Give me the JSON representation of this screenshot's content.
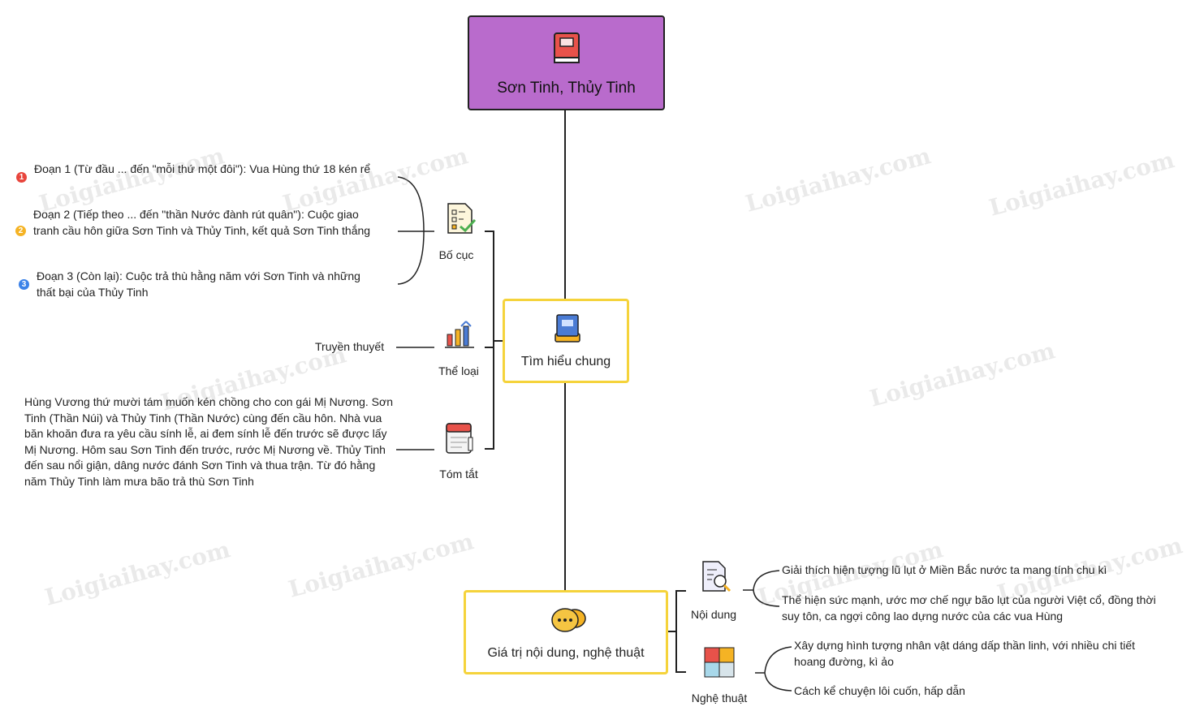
{
  "root": {
    "title": "Sơn Tinh, Thủy Tinh",
    "icon": "book-icon",
    "color": "#b96bcc"
  },
  "general": {
    "title": "Tìm hiểu chung",
    "icon": "book-stack-icon",
    "branches": {
      "structure": {
        "label": "Bố cục",
        "icon": "checklist-icon",
        "items": [
          {
            "num": "1",
            "color": "#e8453c",
            "text": "Đoạn 1 (Từ đầu ... đến \"mỗi thứ một đôi\"): Vua Hùng thứ 18 kén rể"
          },
          {
            "num": "2",
            "color": "#f5b324",
            "text": "Đoạn 2 (Tiếp theo ... đến \"thần Nước đành rút quân\"): Cuộc giao tranh cầu hôn giữa Sơn Tinh và Thủy Tinh, kết quả Sơn Tinh thắng"
          },
          {
            "num": "3",
            "color": "#3b82e8",
            "text": "Đoạn 3 (Còn lại): Cuộc trả thù hằng năm với Sơn Tinh và những thất bại của Thủy Tinh"
          }
        ]
      },
      "genre": {
        "label": "Thể loại",
        "icon": "bar-chart-icon",
        "value": "Truyền thuyết"
      },
      "summary": {
        "label": "Tóm tắt",
        "icon": "notebook-icon",
        "text": "Hùng Vương thứ mười tám muốn kén chồng cho con gái Mị Nương. Sơn Tinh (Thần Núi) và Thủy Tinh (Thần Nước) cùng đến cầu hôn. Nhà vua băn khoăn đưa ra yêu cầu sính lễ, ai đem sính lễ đến trước sẽ được lấy Mị Nương. Hôm sau Sơn Tinh đến trước, rước Mị Nương về. Thủy Tinh đến sau nổi giận, dâng nước đánh Sơn Tinh và thua trận. Từ đó hằng năm Thủy Tinh làm mưa bão trả thù Sơn Tinh"
      }
    }
  },
  "values": {
    "title": "Giá trị nội dung, nghệ thuật",
    "icon": "chat-bubbles-icon",
    "content": {
      "label": "Nội dung",
      "icon": "document-search-icon",
      "items": [
        "Giải thích hiện tượng lũ lụt ở Miền Bắc nước ta mang tính chu kì",
        "Thể hiện sức mạnh, ước mơ chế ngự bão lụt của người Việt cổ, đồng thời suy tôn, ca ngợi công lao dựng nước của các vua Hùng"
      ]
    },
    "art": {
      "label": "Nghệ thuật",
      "icon": "puzzle-icon",
      "items": [
        "Xây dựng hình tượng nhân vật dáng dấp thần linh, với nhiều chi tiết hoang đường, kì ảo",
        "Cách kể chuyện lôi cuốn, hấp dẫn"
      ]
    }
  },
  "watermark": "Loigiaihay.com",
  "colors": {
    "branch_border": "#f5d33b",
    "line": "#222222"
  }
}
